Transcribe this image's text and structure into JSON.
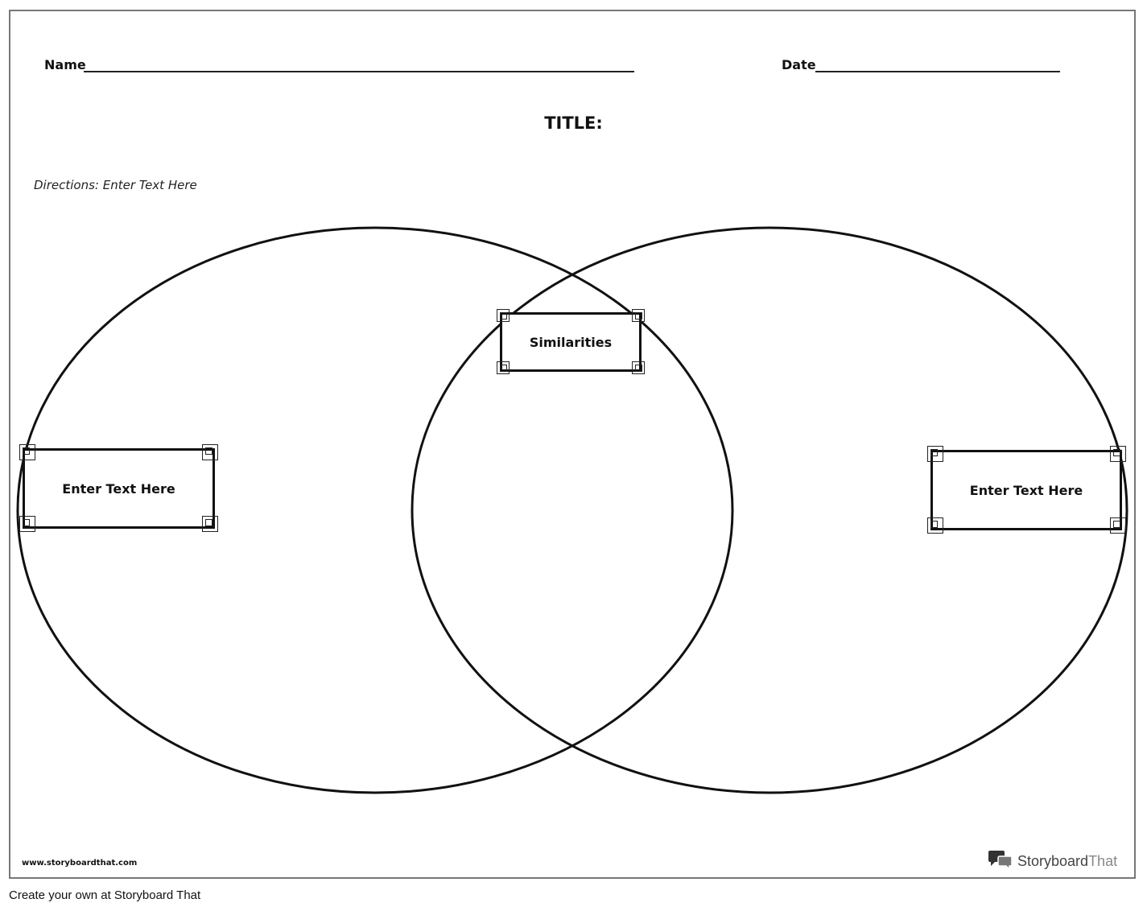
{
  "header": {
    "name_label": "Name",
    "date_label": "Date"
  },
  "title": "TITLE:",
  "directions": "Directions: Enter Text Here",
  "venn": {
    "left_label": "Enter Text Here",
    "center_label": "Similarities",
    "right_label": "Enter Text Here"
  },
  "footer": {
    "url": "www.storyboardthat.com",
    "brand_primary": "Storyboard",
    "brand_secondary": "That",
    "brand_icon": "speech-bubbles-icon"
  },
  "caption": "Create your own at Storyboard That"
}
